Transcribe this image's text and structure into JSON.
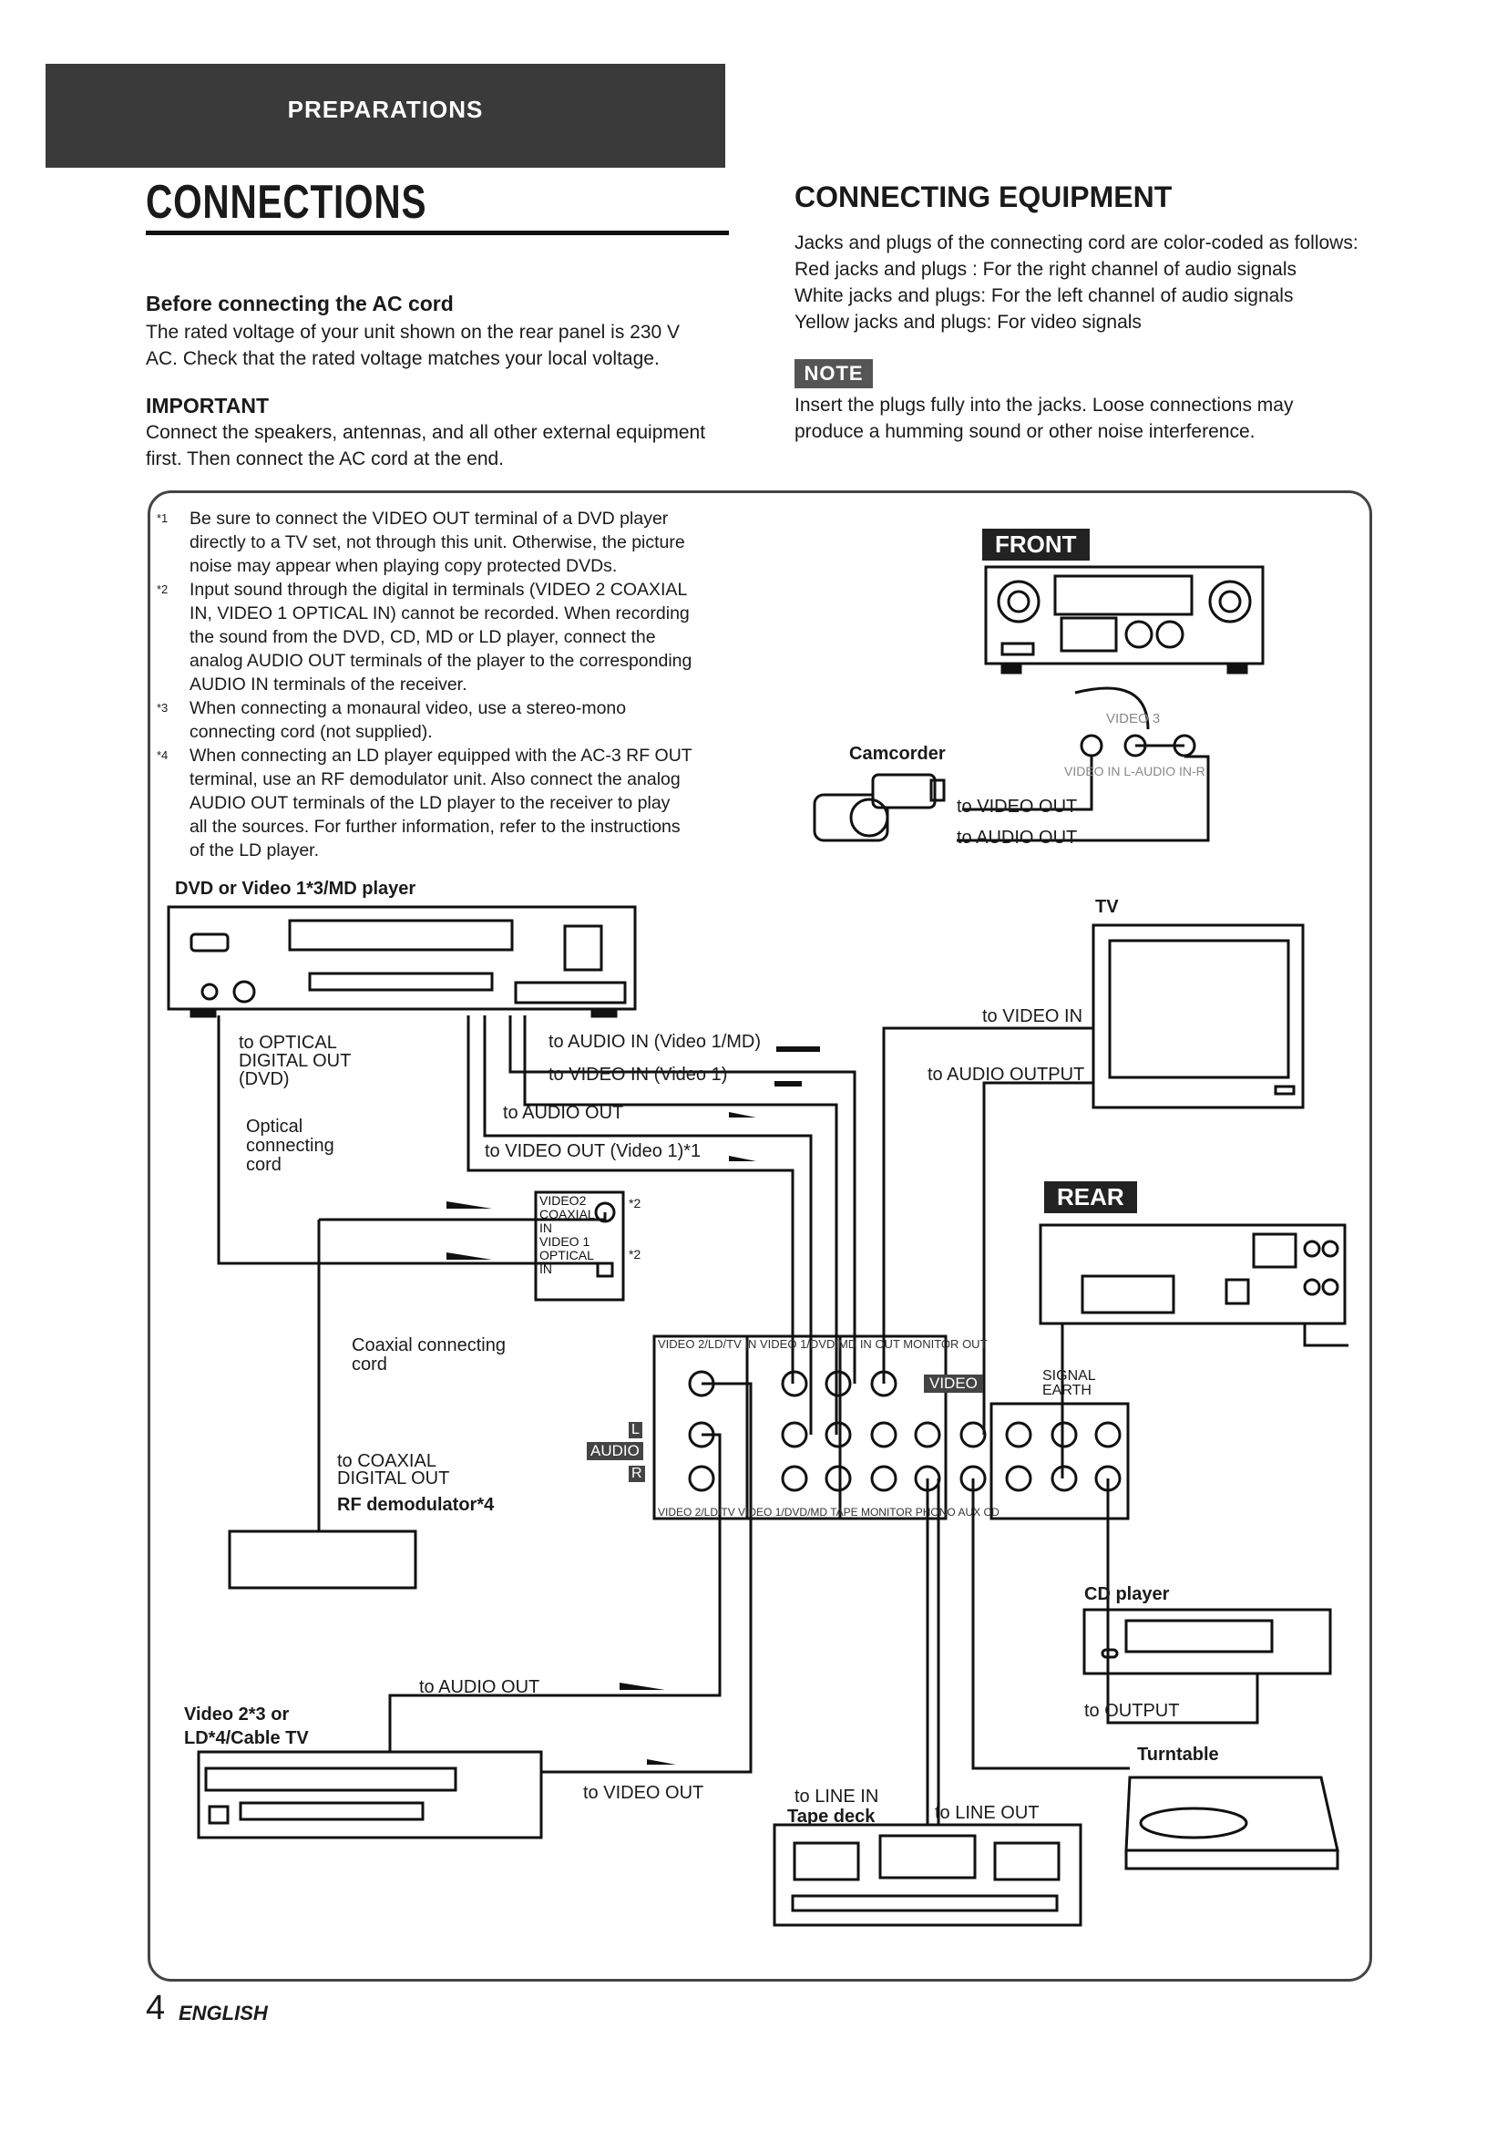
{
  "header": {
    "section": "PREPARATIONS",
    "title": "CONNECTIONS"
  },
  "left": {
    "before_heading": "Before connecting the AC cord",
    "before_lines": [
      "The rated voltage of your unit shown on the rear panel is 230 V",
      "AC. Check that the rated voltage matches your local voltage."
    ],
    "important_heading": "IMPORTANT",
    "important_lines": [
      "Connect the speakers, antennas, and all other external equipment",
      "first. Then connect the AC cord at the end."
    ]
  },
  "right": {
    "heading": "CONNECTING EQUIPMENT",
    "lines": [
      "Jacks and plugs of the connecting cord are color-coded as follows:",
      "Red jacks and plugs : For the right channel of audio signals",
      "White jacks and plugs: For the left channel of audio signals",
      "Yellow jacks and plugs: For video signals"
    ],
    "note_label": "NOTE",
    "note_lines": [
      "Insert the plugs fully into the jacks. Loose connections may",
      "produce a humming sound or other noise interference."
    ]
  },
  "footnotes": [
    {
      "mark": "*1",
      "lines": [
        "Be sure to connect the VIDEO OUT terminal of a DVD player",
        "directly to a TV set, not through this unit. Otherwise, the picture",
        "noise may appear when playing copy protected DVDs."
      ]
    },
    {
      "mark": "*2",
      "lines": [
        "Input sound through the digital in terminals (VIDEO 2 COAXIAL",
        "IN, VIDEO 1 OPTICAL IN) cannot be recorded. When recording",
        "the sound from the DVD, CD, MD or LD player, connect the",
        "analog AUDIO OUT terminals of the player to the corresponding",
        "AUDIO IN terminals of the receiver."
      ]
    },
    {
      "mark": "*3",
      "lines": [
        "When connecting a monaural video, use a stereo-mono",
        "connecting cord (not supplied)."
      ]
    },
    {
      "mark": "*4",
      "lines": [
        "When connecting an LD player equipped with the AC-3 RF OUT",
        "terminal, use an RF demodulator unit. Also connect the analog",
        "AUDIO OUT terminals of the LD player to the receiver to play",
        "all the sources. For further information, refer to the instructions",
        "of the LD player."
      ]
    }
  ],
  "diagram": {
    "front": "FRONT",
    "rear": "REAR",
    "video3": "VIDEO 3",
    "video3_jacks": "VIDEO IN   L-AUDIO IN-R",
    "camcorder": "Camcorder",
    "cam_video": "to VIDEO OUT",
    "cam_audio": "to AUDIO OUT",
    "dvd": "DVD or Video 1*3/MD player",
    "tv": "TV",
    "tv_video_in": "to VIDEO IN",
    "tv_audio_out": "to AUDIO OUTPUT",
    "to_optical": [
      "to OPTICAL",
      "DIGITAL OUT",
      "(DVD)"
    ],
    "optical_cord": [
      "Optical",
      "connecting",
      "cord"
    ],
    "audio_in_v1": "to AUDIO IN (Video 1/MD)",
    "video_in_v1": "to VIDEO IN (Video 1)",
    "audio_out": "to AUDIO OUT",
    "video_out_v1": "to VIDEO OUT (Video 1)*1",
    "digital_labels": [
      "VIDEO2",
      "COAXIAL",
      "IN",
      "VIDEO 1",
      "OPTICAL",
      "IN"
    ],
    "star2": "*2",
    "coaxial_cord": [
      "Coaxial connecting",
      "cord"
    ],
    "to_coaxial": [
      "to COAXIAL",
      "DIGITAL OUT"
    ],
    "rf_demod": "RF demodulator*4",
    "panel_top": [
      "VIDEO 2/LD/TV",
      "IN",
      "VIDEO 1/DVD/MD",
      "IN",
      "OUT",
      "MONITOR",
      "OUT"
    ],
    "panel_bottom": [
      "VIDEO 2/LD/TV",
      "VIDEO 1/DVD/MD",
      "TAPE MONITOR",
      "PHONO",
      "AUX",
      "CD"
    ],
    "panel_video": "VIDEO",
    "panel_audio": "AUDIO",
    "panel_l": "L",
    "panel_r": "R",
    "signal_earth": [
      "SIGNAL",
      "EARTH"
    ],
    "cd_player": "CD player",
    "cd_output": "to OUTPUT",
    "turntable": "Turntable",
    "video2": [
      "Video 2*3 or",
      "LD*4/Cable TV"
    ],
    "v2_audio_out": "to AUDIO OUT",
    "v2_video_out": "to VIDEO OUT",
    "tape_line_in": "to LINE IN",
    "tape_deck": "Tape deck",
    "tape_line_out": "to LINE OUT"
  },
  "footer": {
    "page": "4",
    "language": "ENGLISH"
  }
}
